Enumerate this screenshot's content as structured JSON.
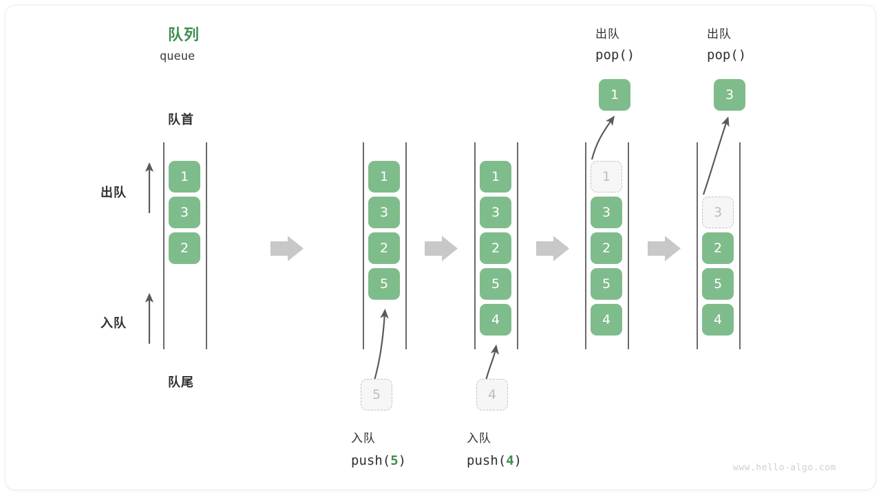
{
  "diagram": {
    "title_cn": "队列",
    "title_en": "queue",
    "head_label": "队首",
    "tail_label": "队尾",
    "dequeue_label": "出队",
    "enqueue_label": "入队",
    "watermark": "www.hello-algo.com",
    "colors": {
      "accent_green": "#3f8d4f",
      "cell_green": "#7fbc8c",
      "ghost_gray": "#bdbdbd",
      "arrow_gray": "#c8c8c8",
      "rail_gray": "#4f4f4f",
      "text_dark": "#2f2f2f"
    },
    "stages": [
      {
        "id": "initial",
        "op_cn": "",
        "op_code": "",
        "op_code_value": "",
        "cells": [
          {
            "value": "1",
            "state": "filled"
          },
          {
            "value": "3",
            "state": "filled"
          },
          {
            "value": "2",
            "state": "filled"
          }
        ],
        "floating": null,
        "incoming": null
      },
      {
        "id": "push-5",
        "op_cn": "入队",
        "op_code_prefix": "push(",
        "op_code_value": "5",
        "op_code_suffix": ")",
        "cells": [
          {
            "value": "1",
            "state": "filled"
          },
          {
            "value": "3",
            "state": "filled"
          },
          {
            "value": "2",
            "state": "filled"
          },
          {
            "value": "5",
            "state": "filled"
          }
        ],
        "incoming": {
          "value": "5",
          "state": "ghost"
        },
        "floating": null
      },
      {
        "id": "push-4",
        "op_cn": "入队",
        "op_code_prefix": "push(",
        "op_code_value": "4",
        "op_code_suffix": ")",
        "cells": [
          {
            "value": "1",
            "state": "filled"
          },
          {
            "value": "3",
            "state": "filled"
          },
          {
            "value": "2",
            "state": "filled"
          },
          {
            "value": "5",
            "state": "filled"
          },
          {
            "value": "4",
            "state": "filled"
          }
        ],
        "incoming": {
          "value": "4",
          "state": "ghost"
        },
        "floating": null
      },
      {
        "id": "pop-1",
        "op_cn": "出队",
        "op_code_prefix": "pop(",
        "op_code_value": "",
        "op_code_suffix": ")",
        "cells": [
          {
            "value": "1",
            "state": "ghost"
          },
          {
            "value": "3",
            "state": "filled"
          },
          {
            "value": "2",
            "state": "filled"
          },
          {
            "value": "5",
            "state": "filled"
          },
          {
            "value": "4",
            "state": "filled"
          }
        ],
        "incoming": null,
        "floating": {
          "value": "1",
          "state": "filled"
        }
      },
      {
        "id": "pop-3",
        "op_cn": "出队",
        "op_code_prefix": "pop(",
        "op_code_value": "",
        "op_code_suffix": ")",
        "cells": [
          {
            "value": "3",
            "state": "ghost"
          },
          {
            "value": "2",
            "state": "filled"
          },
          {
            "value": "5",
            "state": "filled"
          },
          {
            "value": "4",
            "state": "filled"
          }
        ],
        "incoming": null,
        "floating": {
          "value": "3",
          "state": "filled"
        }
      }
    ]
  }
}
